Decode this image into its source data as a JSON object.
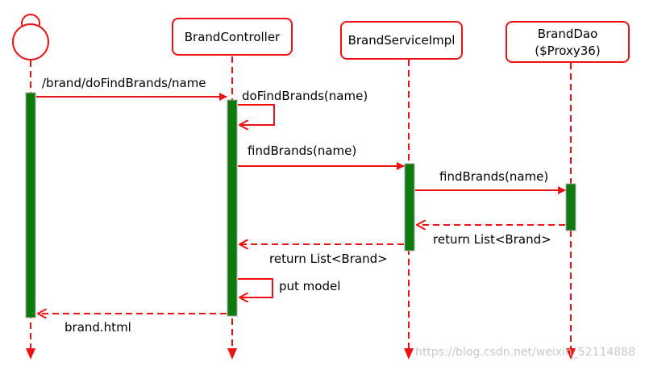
{
  "colors": {
    "line": "#ee1111",
    "activation": "#0d7a0d",
    "activation_edge": "#a9a9a9",
    "text": "#000000",
    "watermark": "#c9c9c9"
  },
  "participants": {
    "actor": {
      "icon": "boundary-actor-icon"
    },
    "controller": {
      "label": "BrandController"
    },
    "service": {
      "label": "BrandServiceImpl"
    },
    "dao": {
      "line1": "BrandDao",
      "line2": "($Proxy36)"
    }
  },
  "messages": {
    "m1": "/brand/doFindBrands/name",
    "m2": "doFindBrands(name)",
    "m3": "findBrands(name)",
    "m4": "findBrands(name)",
    "m5": "return List<Brand>",
    "m6": "return List<Brand>",
    "m7": "put model",
    "m8": "brand.html"
  },
  "watermark": "https://blog.csdn.net/weixin_52114888"
}
